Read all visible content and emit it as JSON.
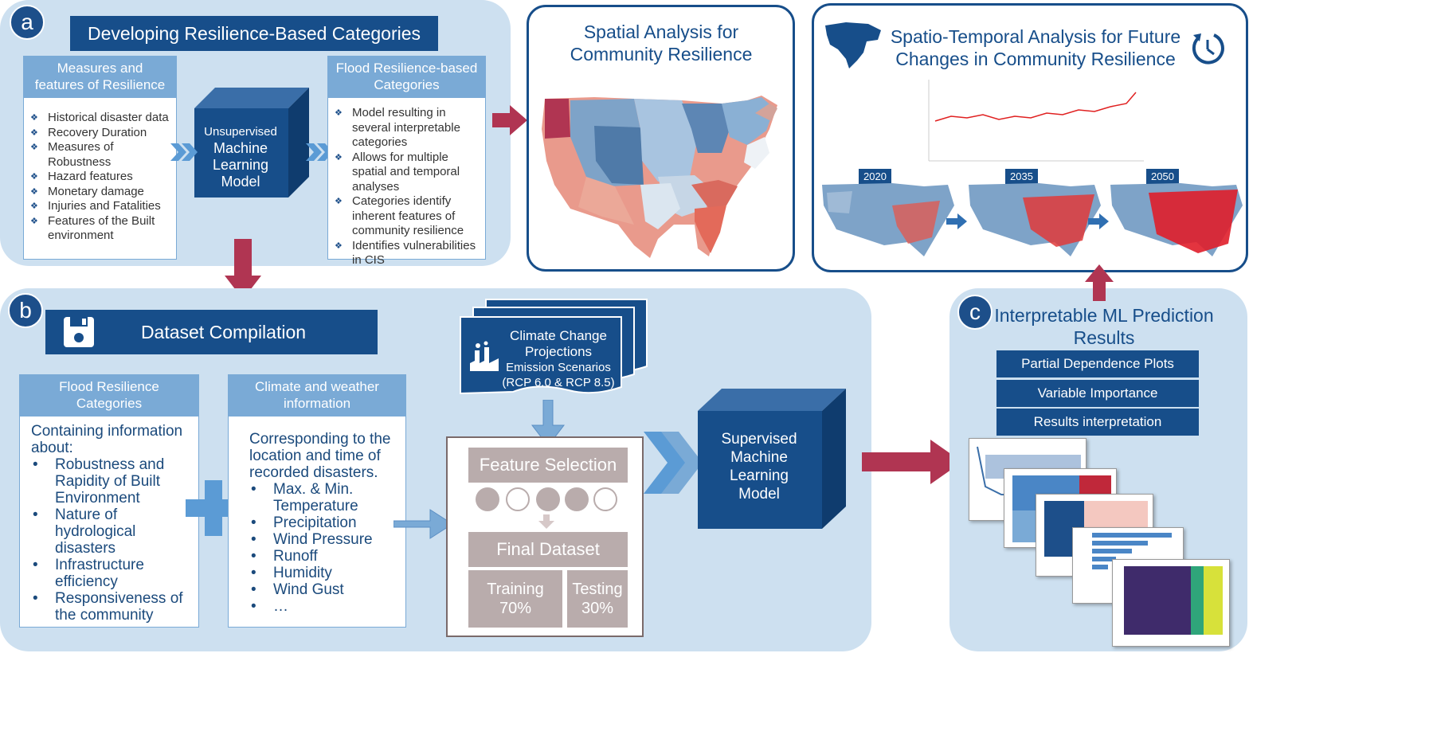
{
  "panel_a": {
    "label": "a",
    "title": "Developing Resilience-Based Categories",
    "measures_header": "Measures and features of Resilience",
    "measures_items": [
      "Historical disaster data",
      "Recovery Duration",
      "Measures of Robustness",
      "Hazard features",
      "Monetary damage",
      "Injuries and Fatalities",
      "Features of the Built environment"
    ],
    "model_text": [
      "Unsupervised",
      "Machine",
      "Learning",
      "Model"
    ],
    "categories_header": "Flood Resilience-based Categories",
    "categories_items": [
      "Model resulting in several interpretable categories",
      "Allows for multiple spatial and temporal analyses",
      "Categories identify inherent features of community resilience",
      "Identifies vulnerabilities in CIS"
    ]
  },
  "spatial": {
    "title": "Spatial Analysis for Community Resilience"
  },
  "spatiotemporal": {
    "title": "Spatio-Temporal Analysis for Future Changes in Community Resilience",
    "years": [
      "2020",
      "2035",
      "2050"
    ],
    "clock_icon": "clock-icon",
    "globe_icon": "north-america-icon"
  },
  "panel_b": {
    "label": "b",
    "title": "Dataset Compilation",
    "disk_icon": "floppy-disk-icon",
    "flood_header": "Flood Resilience Categories",
    "flood_intro": "Containing information about:",
    "flood_items": [
      "Robustness and Rapidity of Built Environment",
      "Nature of hydrological disasters",
      "Infrastructure efficiency",
      "Responsiveness of the community"
    ],
    "climate_header": "Climate and weather information",
    "climate_intro": "Corresponding to the location and time of recorded disasters.",
    "climate_items": [
      "Max. & Min. Temperature",
      "Precipitation",
      "Wind Pressure",
      "Runoff",
      "Humidity",
      "Wind Gust",
      "…"
    ],
    "projections": {
      "line1": "Climate Change",
      "line2": "Projections",
      "line3": "Emission Scenarios",
      "line4": "(RCP 6.0 & RCP 8.5)"
    },
    "feature_selection": "Feature Selection",
    "final_dataset": "Final Dataset",
    "training_label": "Training",
    "training_pct": "70%",
    "testing_label": "Testing",
    "testing_pct": "30%",
    "supervised_text": [
      "Supervised",
      "Machine",
      "Learning",
      "Model"
    ]
  },
  "panel_c": {
    "label": "c",
    "title": "Interpretable ML Prediction Results",
    "buttons": [
      "Partial Dependence Plots",
      "Variable Importance",
      "Results interpretation"
    ]
  },
  "colors": {
    "dark_blue": "#174e8a",
    "light_panel": "#cde0f0",
    "mid_blue": "#7aaad6",
    "crimson": "#b03552",
    "gray_box": "#b9acac"
  }
}
